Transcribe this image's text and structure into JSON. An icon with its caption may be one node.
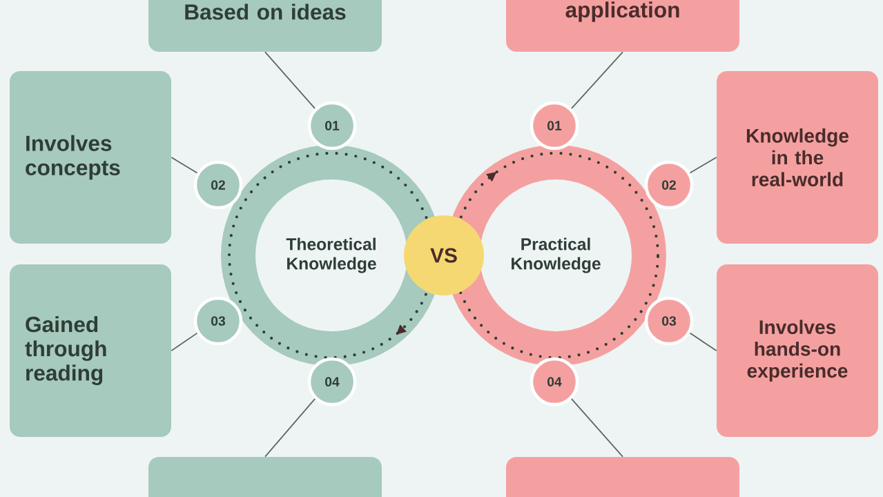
{
  "diagram": {
    "nodes": [
      {
        "text": [
          "Theoretical Knowledge"
        ]
      },
      {
        "text": [
          "Practical Knowledge"
        ]
      },
      {
        "text": [
          "VS"
        ]
      },
      {
        "text": [
          "01"
        ]
      },
      {
        "text": [
          "02"
        ]
      },
      {
        "text": [
          "03"
        ]
      },
      {
        "text": [
          "04"
        ]
      },
      {
        "text": [
          "01"
        ]
      },
      {
        "text": [
          "02"
        ]
      },
      {
        "text": [
          "03"
        ]
      },
      {
        "text": [
          "04"
        ]
      },
      {
        "text": [
          "Based on ideas"
        ]
      },
      {
        "text": [
          "Involves concepts"
        ]
      },
      {
        "text": [
          "Gained through reading"
        ]
      },
      {
        "text": [],
        "shape": "box"
      },
      {
        "text": [
          "application"
        ]
      },
      {
        "text": [
          "Knowledge in the real-world"
        ]
      },
      {
        "text": [
          "Involves hands-on experience"
        ]
      },
      {
        "text": [],
        "shape": "box"
      }
    ],
    "edges": [
      {
        "from": 3,
        "to": 11,
        "arrow": "none"
      },
      {
        "from": 4,
        "to": 12,
        "arrow": "none"
      },
      {
        "from": 5,
        "to": 13,
        "arrow": "none"
      },
      {
        "from": 6,
        "to": 14,
        "arrow": "none"
      },
      {
        "from": 7,
        "to": 15,
        "arrow": "none"
      },
      {
        "from": 8,
        "to": 16,
        "arrow": "none"
      },
      {
        "from": 9,
        "to": 17,
        "arrow": "none"
      },
      {
        "from": 10,
        "to": 18,
        "arrow": "none"
      }
    ]
  }
}
